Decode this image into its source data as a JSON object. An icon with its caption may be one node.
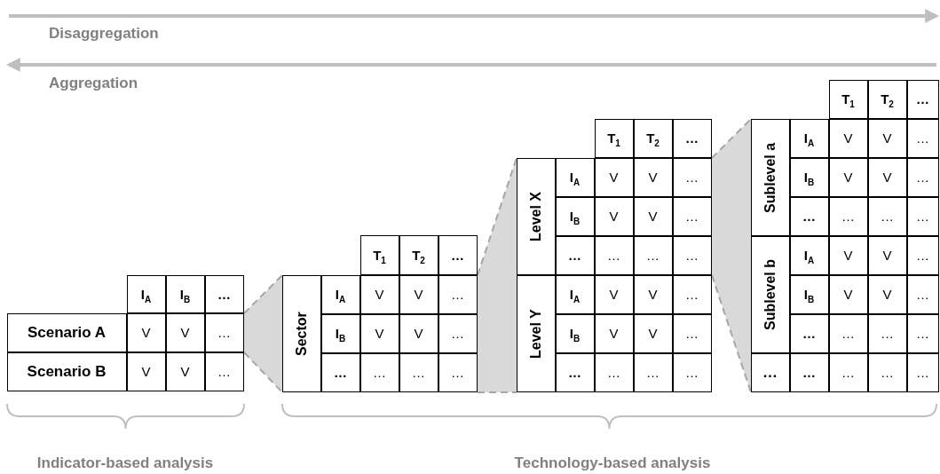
{
  "diagram": {
    "labels": [
      "Disaggregation",
      "Aggregation",
      "I$_{A}$",
      "I$_{B}$",
      "…",
      "Scenario A",
      "V",
      "V",
      "…",
      "Scenario B",
      "V",
      "V",
      "…",
      "T$_{1}$",
      "T$_{2}$",
      "…",
      "Sector",
      "I$_{A}$",
      "V",
      "V",
      "…",
      "I$_{B}$",
      "V",
      "V",
      "…",
      "…",
      "…",
      "…",
      "…",
      "T$_{1}$",
      "T$_{2}$",
      "…",
      "Level X",
      "I$_{A}$",
      "V",
      "V",
      "…",
      "I$_{B}$",
      "V",
      "V",
      "…",
      "…",
      "…",
      "…",
      "…",
      "Level Y",
      "I$_{A}$",
      "V",
      "V",
      "…",
      "I$_{B}$",
      "V",
      "V",
      "…",
      "…",
      "…",
      "…",
      "…",
      "T$_{1}$",
      "T$_{2}$",
      "…",
      "Sublevel a",
      "I$_{A}$",
      "V",
      "V",
      "…",
      "I$_{B}$",
      "V",
      "V",
      "…",
      "…",
      "…",
      "…",
      "…",
      "Sublevel b",
      "I$_{A}$",
      "V",
      "V",
      "…",
      "I$_{B}$",
      "V",
      "V",
      "…",
      "…",
      "…",
      "…",
      "…",
      "…",
      "…",
      "…",
      "…",
      "…",
      "Indicator-based analysis",
      "Technology-based analysis"
    ]
  }
}
